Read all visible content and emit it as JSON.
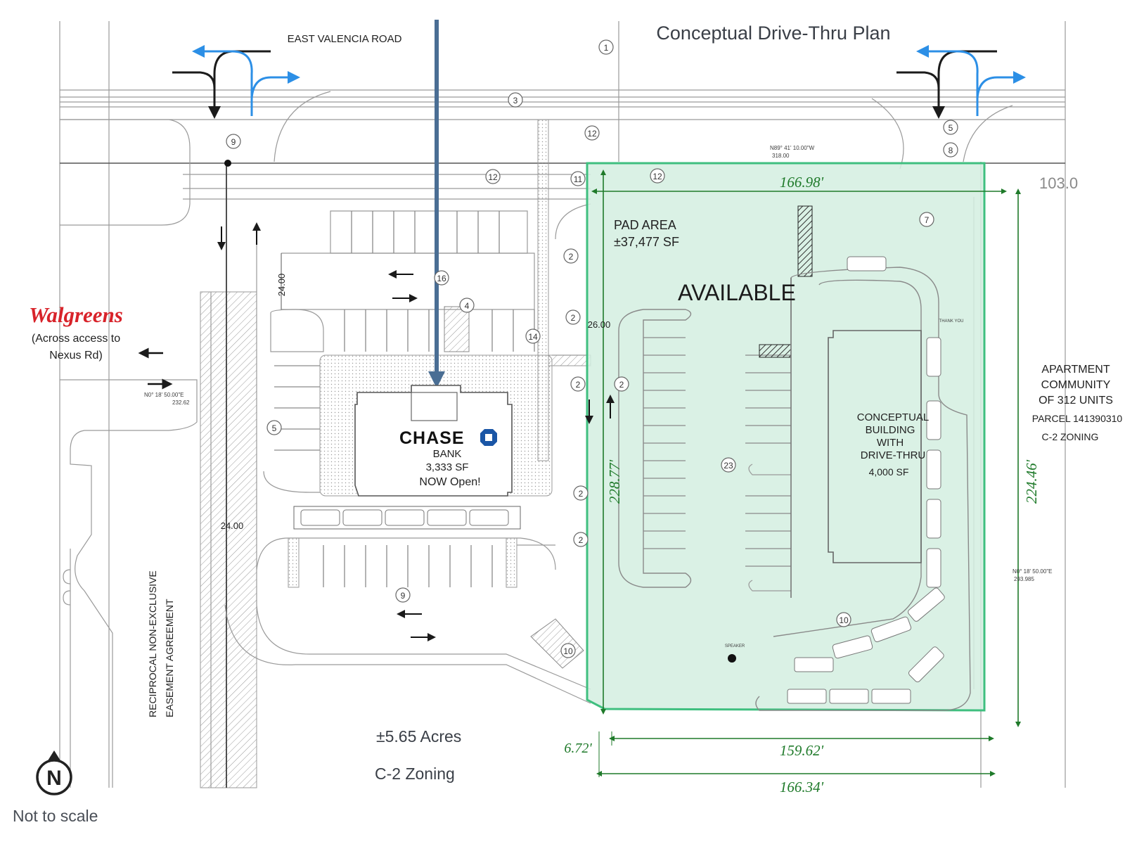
{
  "title": "Conceptual Drive-Thru Plan",
  "road": "EAST VALENCIA ROAD",
  "walgreens": {
    "logo": "Walgreens",
    "note_line1": "(Across access to",
    "note_line2": "Nexus Rd)"
  },
  "chase": {
    "logo": "CHASE",
    "line1": "BANK",
    "line2": "3,333 SF",
    "line3": "NOW Open!"
  },
  "pad_area": {
    "line1": "PAD AREA",
    "line2": "±37,477 SF",
    "status": "AVAILABLE",
    "fill_color": "#d4efe1",
    "border_color": "#3fbf7f"
  },
  "conceptual_building": {
    "line1": "CONCEPTUAL",
    "line2": "BUILDING",
    "line3": "WITH",
    "line4": "DRIVE-THRU",
    "line5": "4,000 SF"
  },
  "apartment": {
    "line1": "APARTMENT",
    "line2": "COMMUNITY",
    "line3": "OF 312 UNITS",
    "line4": "PARCEL 141390310",
    "line5": "C-2 ZONING"
  },
  "easement": {
    "line1": "RECIPROCAL NON-EXCLUSIVE",
    "line2": "EASEMENT AGREEMENT"
  },
  "site": {
    "acres": "±5.65 Acres",
    "zoning": "C-2 Zoning"
  },
  "dimensions": {
    "top": "166.98'",
    "left": "228.77'",
    "right": "224.46'",
    "bottom_inner": "159.62'",
    "bottom_outer": "166.34'",
    "offset": "6.72'",
    "drive_width_top": "24.00",
    "drive_width_bottom": "24.00",
    "drive_gap": "26.00",
    "edge_label": "103.0"
  },
  "survey": {
    "bearing_top": "N89° 41' 10.00\"W",
    "bearing_top_len": "318.00",
    "bearing_left": "N0° 18' 50.00\"E",
    "bearing_left_len": "232.62",
    "bearing_right": "N0° 18' 50.00\"E",
    "bearing_right_len": "293.985"
  },
  "small_notes": {
    "thank_you": "THANK YOU",
    "speaker": "SPEAKER"
  },
  "keynotes": [
    "1",
    "3",
    "5",
    "8",
    "9",
    "12",
    "12",
    "12",
    "11",
    "2",
    "7",
    "16",
    "4",
    "2",
    "14",
    "2",
    "2",
    "5",
    "23",
    "2",
    "2",
    "9",
    "10",
    "10"
  ],
  "legend": {
    "north": "N",
    "scale_note": "Not to scale"
  },
  "colors": {
    "arrow_blue": "#2c8fe6",
    "pointer": "#4a6e94",
    "chase_blue": "#1a56a6",
    "walgreens_red": "#d8232a",
    "green_dim": "#1f7a2a"
  }
}
